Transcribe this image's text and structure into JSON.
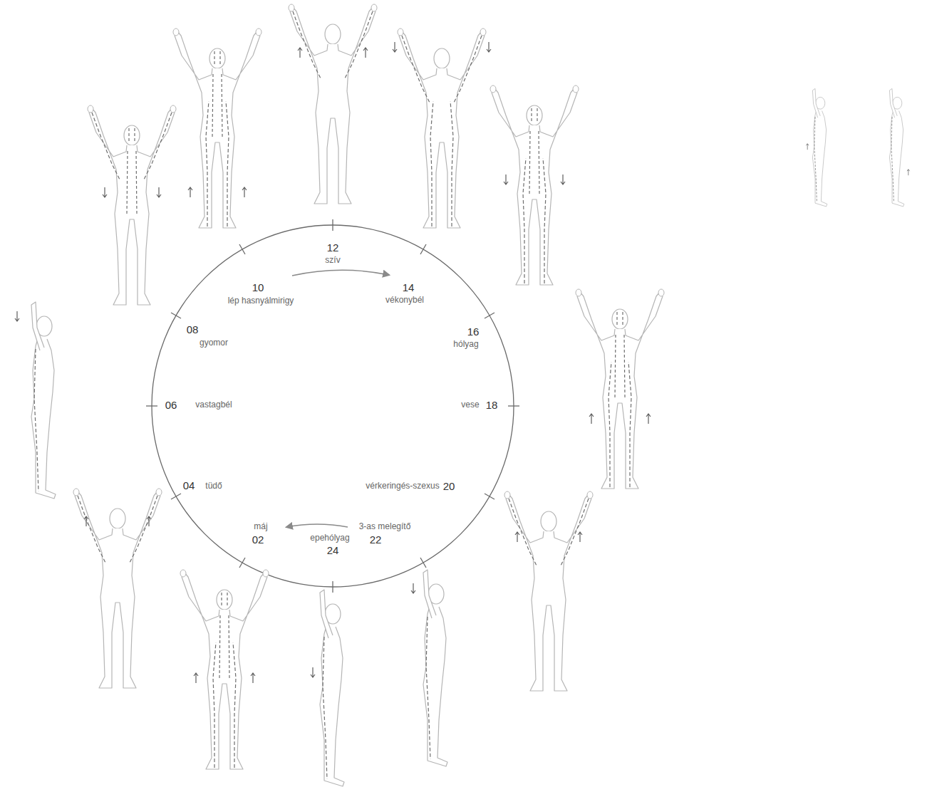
{
  "diagram": {
    "labels": [
      "12",
      "szív",
      "10",
      "lép hasnyálmirigy",
      "14",
      "vékonybél",
      "08",
      "gyomor",
      "16",
      "hólyag",
      "06",
      "vastagbél",
      "vese",
      "18",
      "04",
      "tüdő",
      "vérkeringés-szexus",
      "20",
      "máj",
      "3-as melegítő",
      "02",
      "epehólyag",
      "22",
      "24"
    ]
  }
}
